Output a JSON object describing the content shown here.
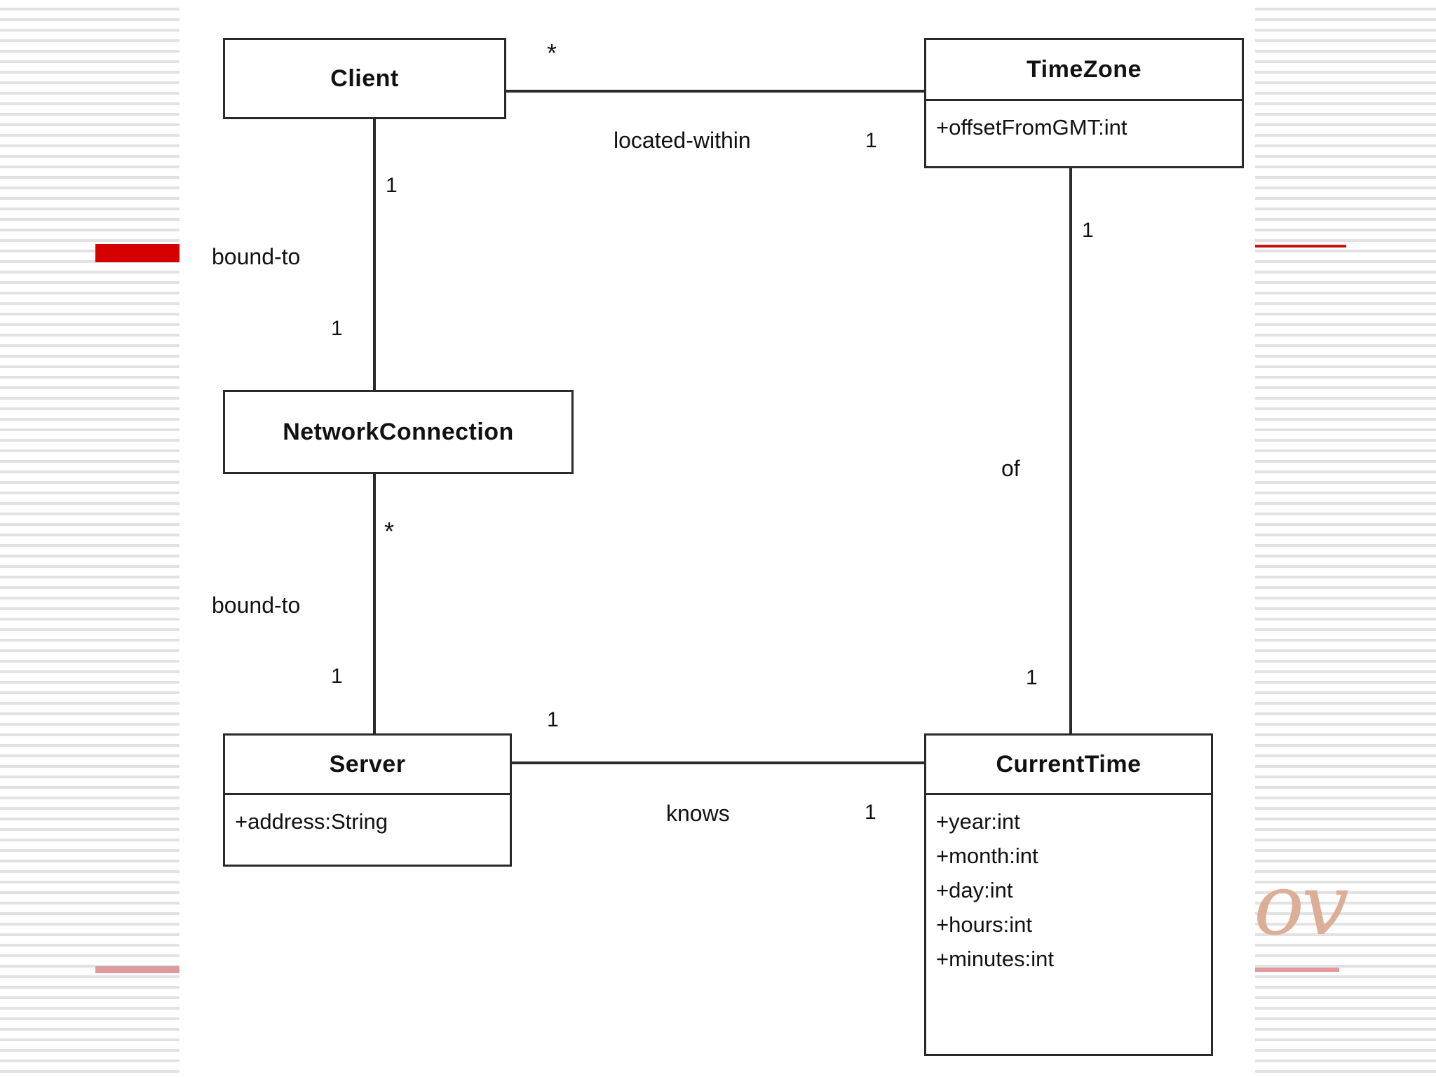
{
  "diagram": {
    "type": "uml-class-diagram",
    "classes": [
      {
        "id": "client",
        "name": "Client",
        "attributes": []
      },
      {
        "id": "timezone",
        "name": "TimeZone",
        "attributes": [
          "+offsetFromGMT:int"
        ]
      },
      {
        "id": "networkconnection",
        "name": "NetworkConnection",
        "attributes": []
      },
      {
        "id": "server",
        "name": "Server",
        "attributes": [
          "+address:String"
        ]
      },
      {
        "id": "currenttime",
        "name": "CurrentTime",
        "attributes": [
          "+year:int",
          "+month:int",
          "+day:int",
          "+hours:int",
          "+minutes:int"
        ]
      }
    ],
    "associations": [
      {
        "id": "client-timezone",
        "label": "located-within",
        "from": "client",
        "to": "timezone",
        "from_multiplicity": "*",
        "to_multiplicity": "1"
      },
      {
        "id": "client-networkconnection",
        "label": "bound-to",
        "from": "client",
        "to": "networkconnection",
        "from_multiplicity": "1",
        "to_multiplicity": "1"
      },
      {
        "id": "networkconnection-server",
        "label": "bound-to",
        "from": "networkconnection",
        "to": "server",
        "from_multiplicity": "*",
        "to_multiplicity": "1"
      },
      {
        "id": "server-currenttime",
        "label": "knows",
        "from": "server",
        "to": "currenttime",
        "from_multiplicity": "1",
        "to_multiplicity": "1"
      },
      {
        "id": "timezone-currenttime",
        "label": "of",
        "from": "timezone",
        "to": "currenttime",
        "from_multiplicity": "1",
        "to_multiplicity": "1"
      }
    ]
  },
  "decor": {
    "script_mark": "ov",
    "accent_red": "#d50000",
    "accent_pink": "#dd9a9a",
    "line_color": "#2a2a2a",
    "stripe_color": "#e2e2e4"
  }
}
